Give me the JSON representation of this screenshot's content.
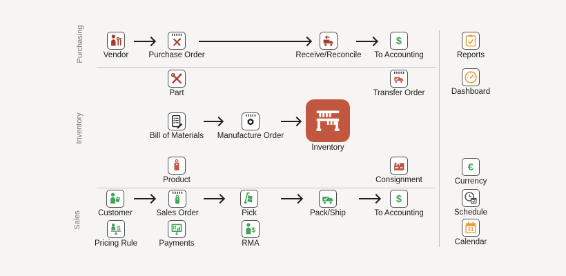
{
  "colors": {
    "background": "#f6f5f3",
    "purchasing_red": "#a83a2e",
    "inventory_terracotta": "#c2573f",
    "sales_green": "#43a457",
    "side_orange": "#e9a13b",
    "neutral_dark": "#222222",
    "divider_gray": "#c9c9c9"
  },
  "sections": {
    "purchasing": {
      "label": "Purchasing"
    },
    "inventory": {
      "label": "Inventory"
    },
    "sales": {
      "label": "Sales"
    }
  },
  "nodes": {
    "vendor": {
      "label": "Vendor",
      "icon": "vendor-person-tools-icon"
    },
    "purchase_order": {
      "label": "Purchase Order",
      "icon": "notepad-tools-icon"
    },
    "receive_reconcile": {
      "label": "Receive/Reconcile",
      "icon": "receive-truck-icon"
    },
    "to_accounting_purchasing": {
      "label": "To Accounting",
      "icon": "dollar-icon"
    },
    "part": {
      "label": "Part",
      "icon": "crossed-tools-icon"
    },
    "transfer_order": {
      "label": "Transfer Order",
      "icon": "notepad-truck-icon"
    },
    "bill_of_materials": {
      "label": "Bill of Materials",
      "icon": "document-pencil-icon"
    },
    "manufacture_order": {
      "label": "Manufacture Order",
      "icon": "notepad-gear-icon"
    },
    "inventory": {
      "label": "Inventory",
      "icon": "shelf-icon"
    },
    "product": {
      "label": "Product",
      "icon": "price-tag-icon"
    },
    "consignment": {
      "label": "Consignment",
      "icon": "factory-icon"
    },
    "customer": {
      "label": "Customer",
      "icon": "person-tag-icon"
    },
    "sales_order": {
      "label": "Sales Order",
      "icon": "notepad-tag-icon"
    },
    "pick": {
      "label": "Pick",
      "icon": "hand-truck-icon"
    },
    "pack_ship": {
      "label": "Pack/Ship",
      "icon": "ship-truck-icon"
    },
    "to_accounting_sales": {
      "label": "To Accounting",
      "icon": "dollar-icon"
    },
    "pricing_rule": {
      "label": "Pricing Rule",
      "icon": "person-scale-icon"
    },
    "payments": {
      "label": "Payments",
      "icon": "payment-board-icon"
    },
    "rma": {
      "label": "RMA",
      "icon": "person-dollar-icon"
    }
  },
  "side_panel": {
    "reports": {
      "label": "Reports",
      "icon": "clipboard-check-icon"
    },
    "dashboard": {
      "label": "Dashboard",
      "icon": "gauge-icon"
    },
    "currency": {
      "label": "Currency",
      "icon": "euro-icon"
    },
    "schedule": {
      "label": "Schedule",
      "icon": "clock-calendar-icon"
    },
    "calendar": {
      "label": "Calendar",
      "icon": "calendar-31-icon"
    }
  }
}
